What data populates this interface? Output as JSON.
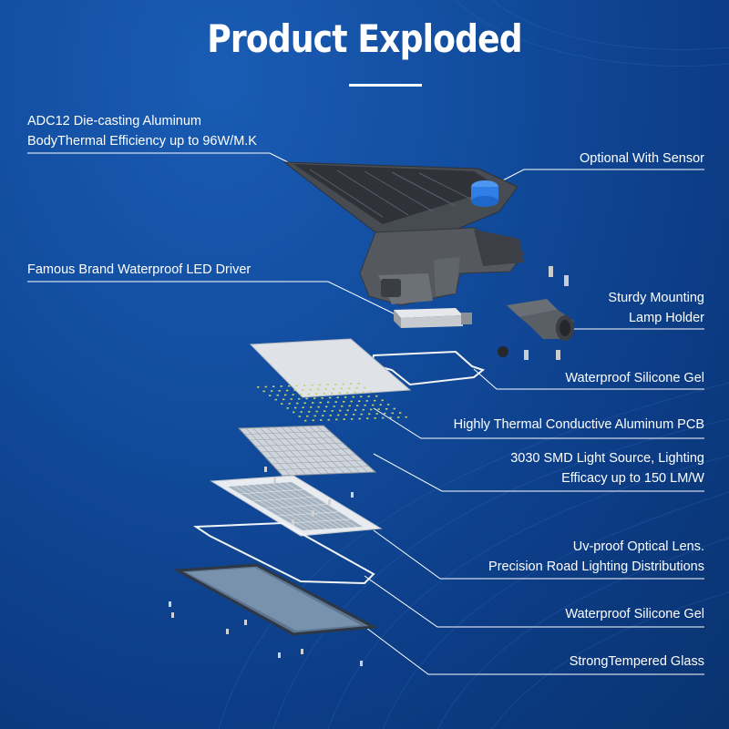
{
  "title": "Product Exploded",
  "colors": {
    "background": "#124d9f",
    "text": "#ffffff",
    "leader_line": "#ffffff",
    "sensor": "#2f7fe6",
    "housing": "#4a4e55"
  },
  "labels": {
    "housing": [
      "ADC12 Die-casting Aluminum",
      "BodyThermal Efficiency up to 96W/M.K"
    ],
    "sensor": [
      "Optional With Sensor"
    ],
    "driver": [
      "Famous Brand Waterproof LED Driver"
    ],
    "mount": [
      "Sturdy Mounting",
      "Lamp Holder"
    ],
    "gel_top": [
      "Waterproof Silicone Gel"
    ],
    "pcb": [
      "Highly Thermal Conductive Aluminum PCB"
    ],
    "smd": [
      "3030 SMD Light Source, Lighting",
      "Efficacy up to 150 LM/W"
    ],
    "lens": [
      "Uv-proof Optical Lens.",
      "Precision Road Lighting Distributions"
    ],
    "gel_bottom": [
      "Waterproof Silicone Gel"
    ],
    "glass": [
      "StrongTempered Glass"
    ]
  }
}
